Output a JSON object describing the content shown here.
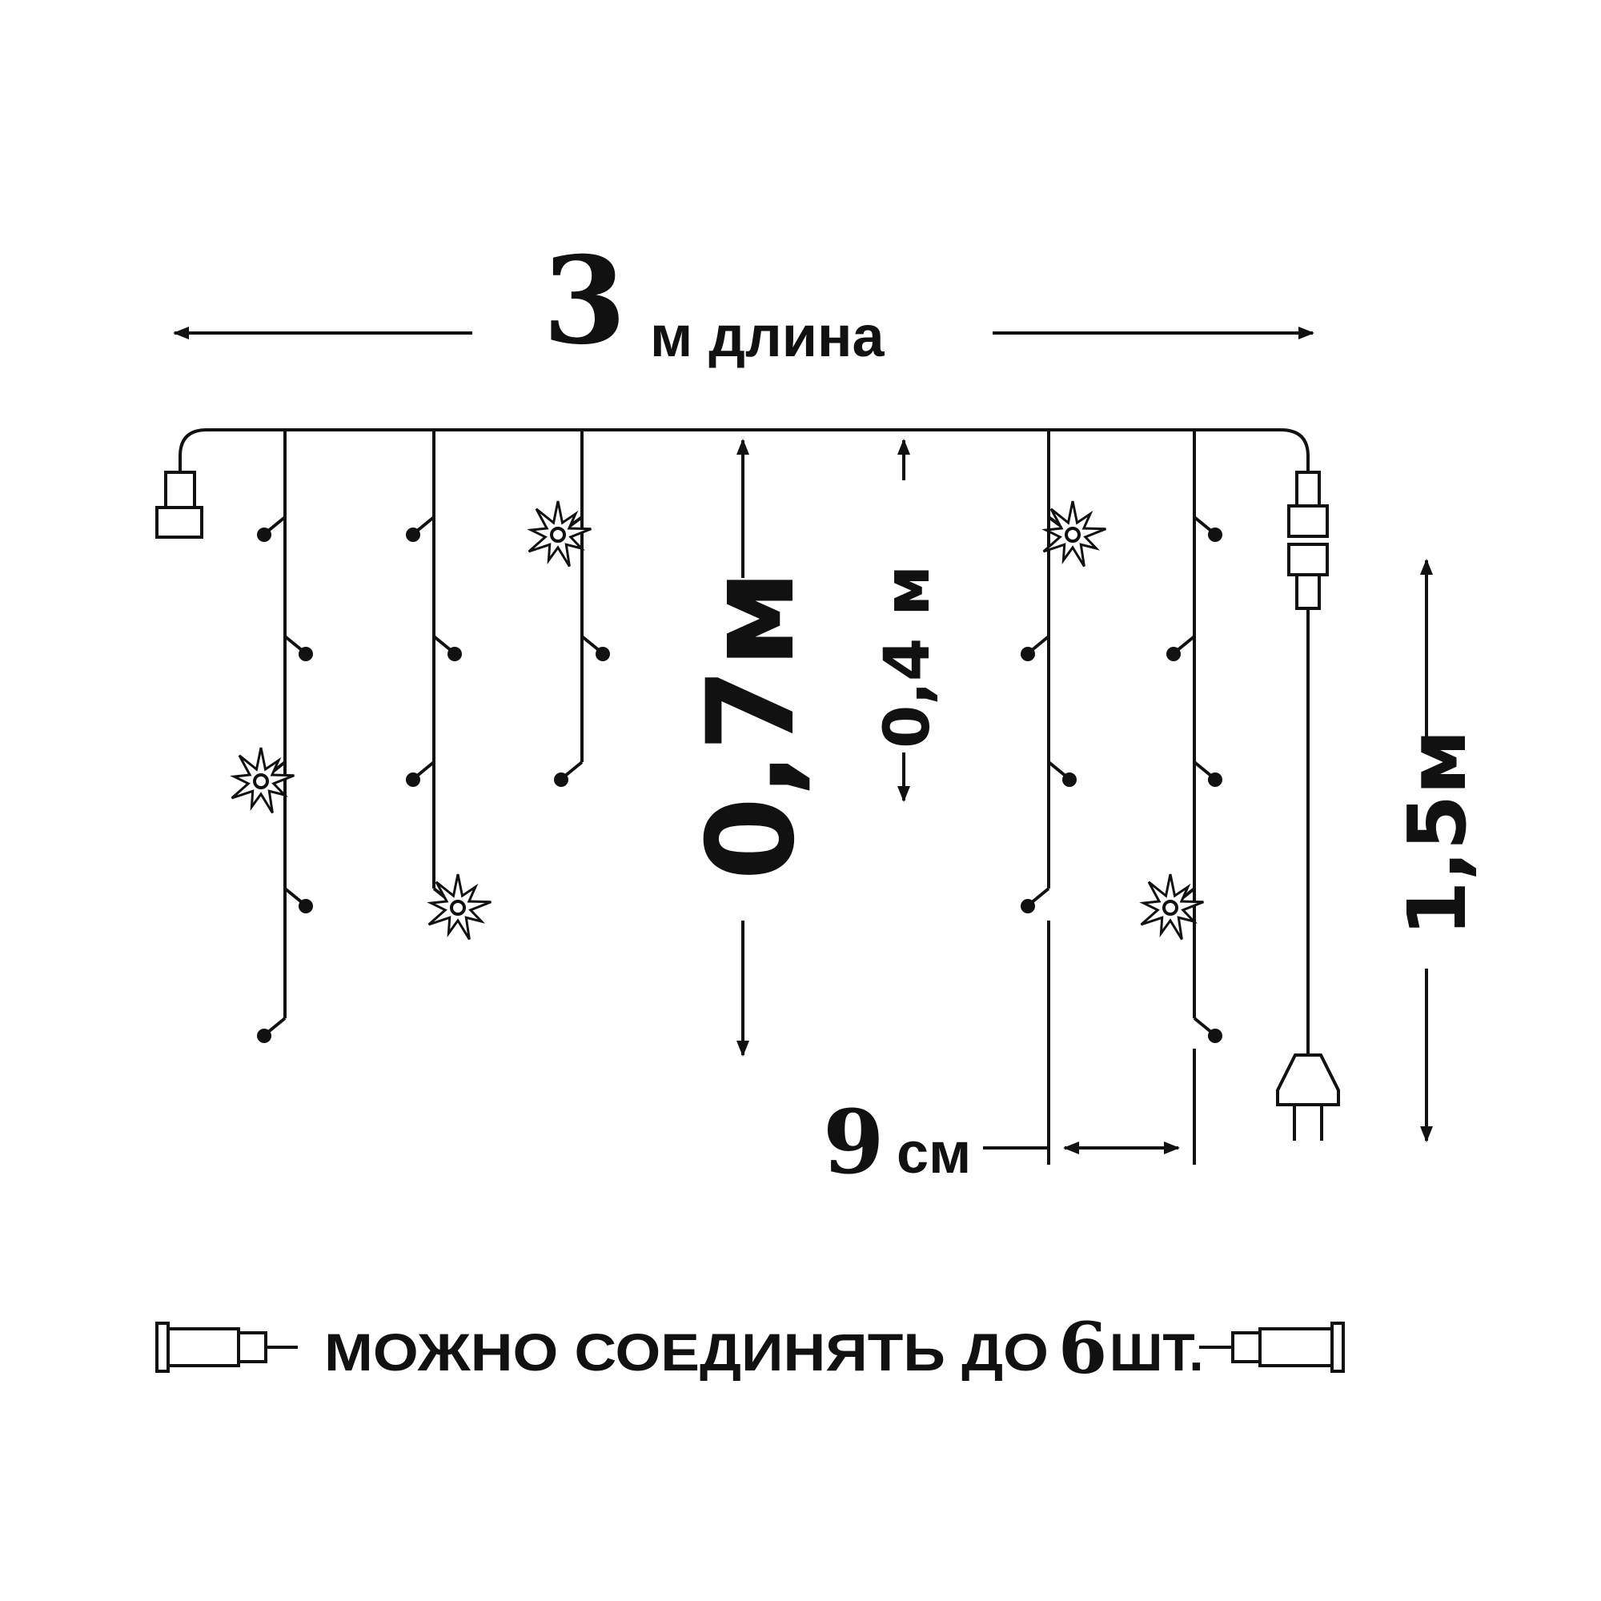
{
  "colors": {
    "line": "#111111",
    "background": "#ffffff"
  },
  "icons": {
    "led": "bulb-dot-icon",
    "flash": "flash-burst-icon",
    "end_connector": "end-connector-icon",
    "power_plug": "power-plug-icon"
  },
  "length": {
    "number": "3",
    "label": "м длина"
  },
  "icicle_long": {
    "value": "0,7м"
  },
  "icicle_short": {
    "value": "0,4 м"
  },
  "power_cord": {
    "value": "1,5м"
  },
  "spacing": {
    "number": "9",
    "unit": "см"
  },
  "footer": {
    "pre": "МОЖНО СОЕДИНЯТЬ ДО",
    "number": "6",
    "post": "ШТ."
  }
}
